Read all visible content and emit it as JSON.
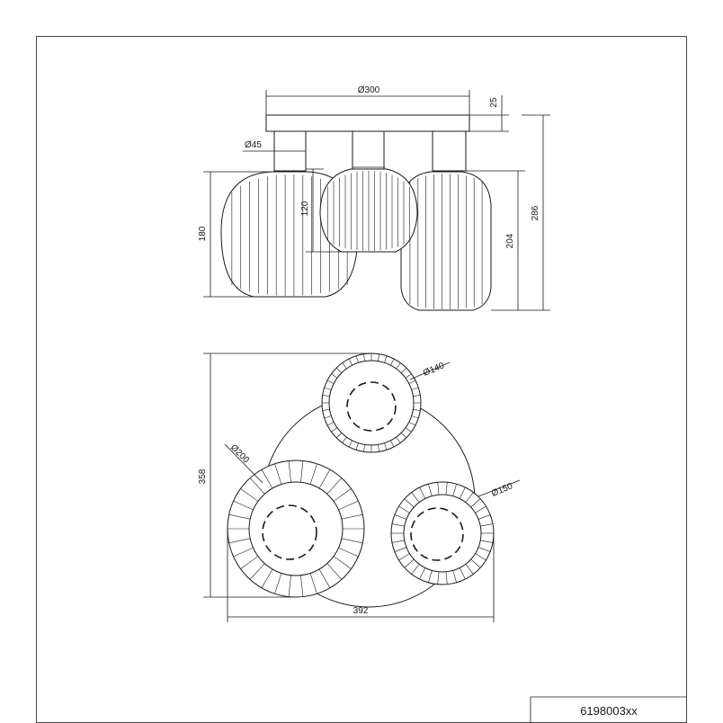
{
  "drawing": {
    "product_code": "6198003xx",
    "side_view": {
      "canopy_diameter": "Ø300",
      "canopy_height": "25",
      "total_height": "286",
      "holder_diameter": "Ø45",
      "left_shade_height": "180",
      "middle_drop": "120",
      "right_shade_height": "204"
    },
    "top_view": {
      "top_shade_diameter": "Ø140",
      "left_shade_diameter": "Ø200",
      "right_shade_diameter": "Ø150",
      "total_depth": "358",
      "total_width": "392"
    }
  }
}
